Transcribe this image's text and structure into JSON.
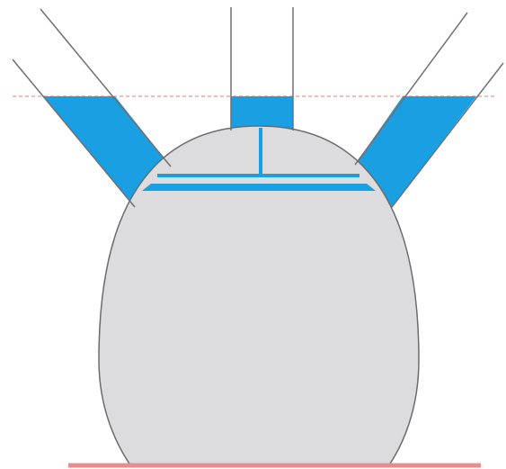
{
  "diagram": {
    "kind": "communicating vessels",
    "colors": {
      "background": "#ffffff",
      "vessel_fill": "#dcdcde",
      "vessel_outline": "#6b6b6b",
      "water": "#1a9fe3",
      "tube_wall": "#707070",
      "water_level_line": "#e8a8a0",
      "base_line": "#e88c8c"
    },
    "tubes": [
      {
        "id": "left",
        "shape": "slanted",
        "contains_water": true
      },
      {
        "id": "center",
        "shape": "vertical",
        "contains_water": true
      },
      {
        "id": "right",
        "shape": "slanted",
        "contains_water": true
      }
    ],
    "water_level_marker": "dashed",
    "all_levels_equal": true
  }
}
